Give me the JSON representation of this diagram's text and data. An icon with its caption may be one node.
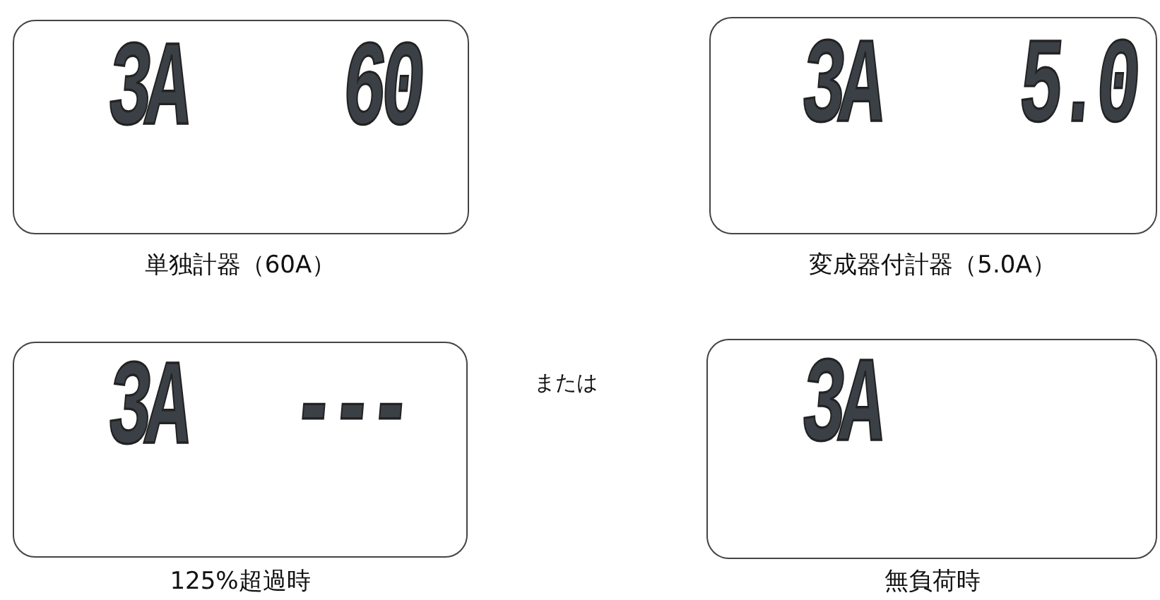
{
  "diagram": {
    "nodes": [
      {
        "text": [
          "3A",
          "60"
        ],
        "beside": [
          "単独計器（60A）"
        ]
      },
      {
        "text": [
          "3A",
          "5.0"
        ],
        "beside": [
          "変成器付計器（5.0A）"
        ]
      },
      {
        "text": [
          "3A",
          "---"
        ],
        "beside": [
          "125%超過時"
        ]
      },
      {
        "text": [
          "3A"
        ],
        "beside": [
          "無負荷時"
        ]
      }
    ],
    "labels": [
      "または"
    ]
  }
}
